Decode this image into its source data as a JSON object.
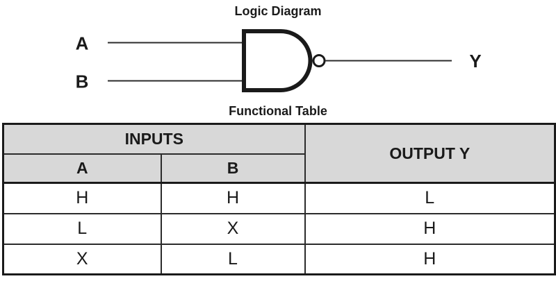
{
  "diagram": {
    "title": "Logic Diagram",
    "gate_type": "nand",
    "input_a_label": "A",
    "input_b_label": "B",
    "output_label": "Y"
  },
  "table": {
    "title": "Functional Table",
    "header": {
      "inputs_label": "INPUTS",
      "output_label": "OUTPUT Y",
      "input_columns": [
        "A",
        "B"
      ]
    },
    "rows": [
      {
        "a": "H",
        "b": "H",
        "y": "L"
      },
      {
        "a": "L",
        "b": "X",
        "y": "H"
      },
      {
        "a": "X",
        "b": "L",
        "y": "H"
      }
    ]
  },
  "colors": {
    "header_bg": "#d8d8d8",
    "ink": "#1a1a1a",
    "page_bg": "#ffffff"
  }
}
